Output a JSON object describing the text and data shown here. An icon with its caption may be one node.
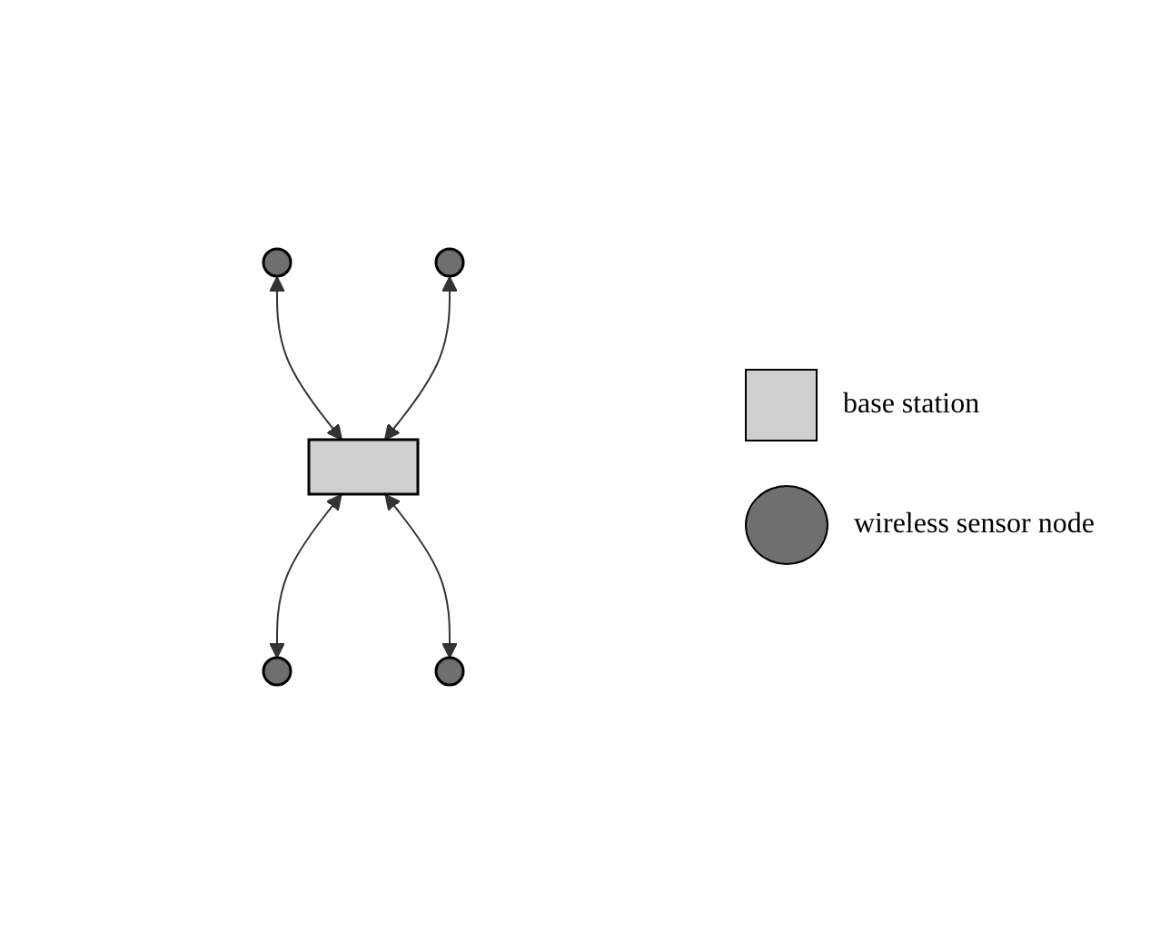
{
  "diagram": {
    "nodes": [
      {
        "text": [],
        "shape": "circle"
      },
      {
        "text": [],
        "shape": "circle"
      },
      {
        "text": [],
        "shape": "box"
      },
      {
        "text": [],
        "shape": "circle"
      },
      {
        "text": [],
        "shape": "circle"
      }
    ],
    "edges": [
      {
        "from": 0,
        "to": 2,
        "arrow": "both"
      },
      {
        "from": 1,
        "to": 2,
        "arrow": "both"
      },
      {
        "from": 2,
        "to": 3,
        "arrow": "both"
      },
      {
        "from": 2,
        "to": 4,
        "arrow": "both"
      }
    ],
    "legend": [
      {
        "text": "base station"
      },
      {
        "text": "wireless sensor node"
      }
    ]
  }
}
